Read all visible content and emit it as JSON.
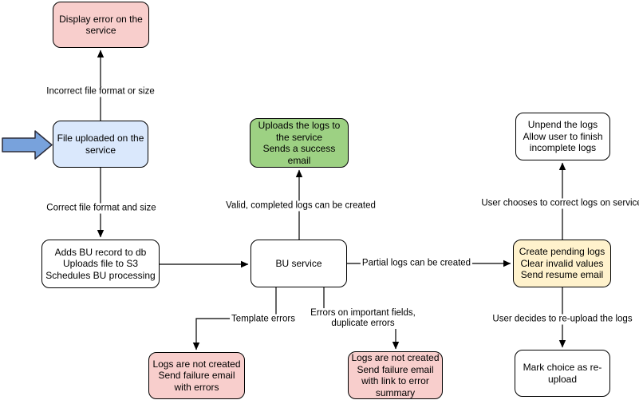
{
  "diagram_type": "flowchart",
  "colors": {
    "background": "#ffffff",
    "node_border": "#000000",
    "edge": "#000000",
    "node_pink": "#f8cecc",
    "node_blue": "#dae8fc",
    "node_green": "#9dd183",
    "node_yellow": "#fff2cc",
    "node_white": "#ffffff",
    "entry_arrow_fill": "#78a2dc"
  },
  "nodes": {
    "display_error": {
      "text": "Display error on the\nservice",
      "color": "#f8cecc"
    },
    "file_uploaded": {
      "text": "File uploaded on the\nservice",
      "color": "#dae8fc"
    },
    "adds_bu_record": {
      "text": "Adds BU record to db\nUploads file to S3\nSchedules BU processing",
      "color": "#ffffff"
    },
    "bu_service": {
      "text": "BU service",
      "color": "#ffffff"
    },
    "uploads_logs": {
      "text": "Uploads the logs to\nthe service\nSends a success\nemail",
      "color": "#9dd183"
    },
    "create_pending": {
      "text": "Create pending logs\nClear invalid values\nSend resume email",
      "color": "#fff2cc"
    },
    "unpend_logs": {
      "text": "Unpend the logs\nAllow user to finish\nincomplete logs",
      "color": "#ffffff"
    },
    "mark_choice": {
      "text": "Mark choice as re-\nupload",
      "color": "#ffffff"
    },
    "logs_not_created_errors": {
      "text": "Logs are not created\nSend failure email\nwith errors",
      "color": "#f8cecc"
    },
    "logs_not_created_summary": {
      "text": "Logs are not created\nSend failure email\nwith link to error\nsummary",
      "color": "#f8cecc"
    }
  },
  "edge_labels": {
    "incorrect_file": "Incorrect file format or size",
    "correct_file": "Correct file format and size",
    "valid_completed": "Valid, completed logs can be created",
    "partial_logs": "Partial logs can be created",
    "template_errors": "Template errors",
    "important_fields": "Errors on important fields,\nduplicate errors",
    "user_corrects": "User chooses to correct logs on service",
    "user_reuploads": "User decides to re-upload the logs"
  }
}
